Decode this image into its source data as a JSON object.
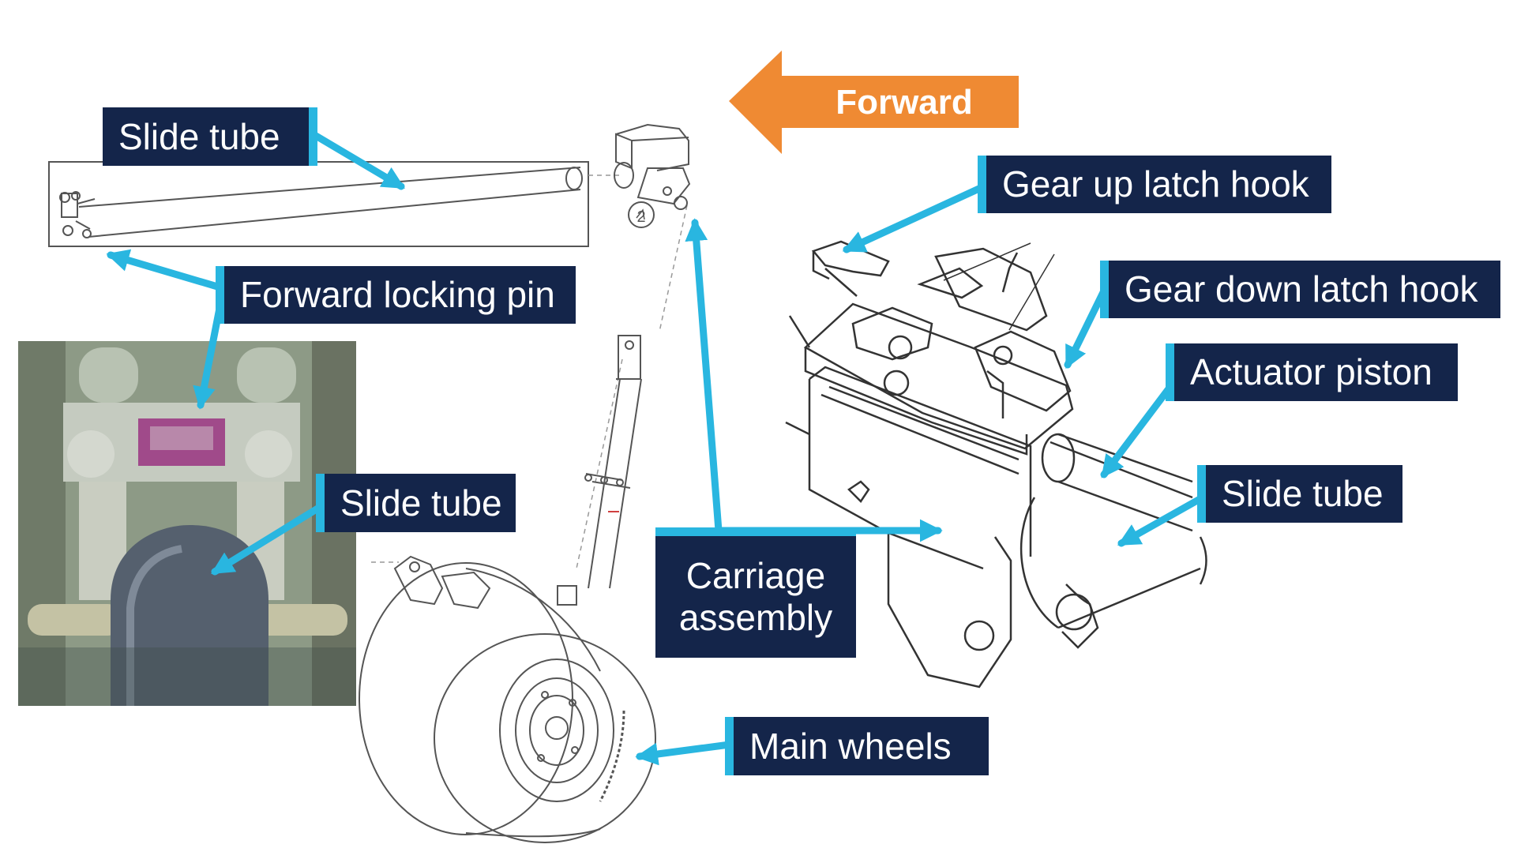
{
  "labels": {
    "slide_tube_top": "Slide tube",
    "forward_locking_pin": "Forward locking pin",
    "slide_tube_photo": "Slide tube",
    "carriage_assembly": "Carriage assembly",
    "main_wheels": "Main wheels",
    "gear_up_latch_hook": "Gear up latch hook",
    "gear_down_latch_hook": "Gear down latch hook",
    "actuator_piston": "Actuator piston",
    "slide_tube_right": "Slide tube"
  },
  "direction": {
    "forward": "Forward"
  },
  "part_number": "2",
  "colors": {
    "label_bg": "#14254a",
    "arrow": "#29b6e0",
    "forward_arrow": "#ef8a33",
    "line": "#555555"
  }
}
